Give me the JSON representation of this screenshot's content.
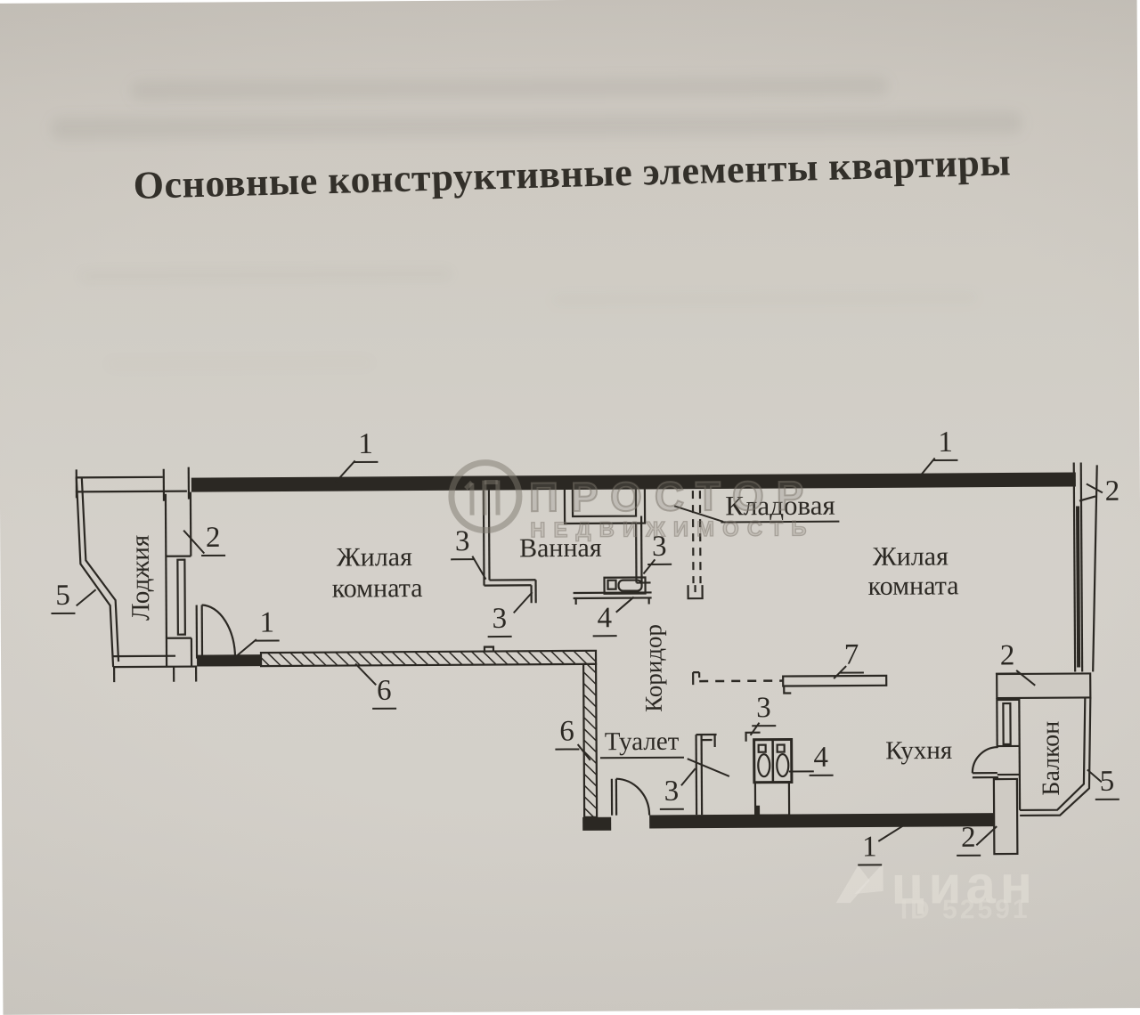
{
  "page": {
    "title": "Основные конструктивные элементы квартиры"
  },
  "rooms": {
    "loggia": "Лоджия",
    "living_left": {
      "line1": "Жилая",
      "line2": "комната"
    },
    "bathroom": "Ванная",
    "storage": "Кладовая",
    "living_right": {
      "line1": "Жилая",
      "line2": "комната"
    },
    "corridor": "Коридор",
    "toilet": "Туалет",
    "kitchen": "Кухня",
    "balcony": "Балкон"
  },
  "callouts": {
    "top_wall_left": "1",
    "top_wall_right": "1",
    "inner_wall_left": "1",
    "bottom_wall": "1",
    "loggia_window": "2",
    "right_window": "2",
    "balcony_top": "2",
    "balcony_bottom": "2",
    "bath_wall_left": "3",
    "bath_wall_bottom": "3",
    "bath_wall_right": "3",
    "toilet_wall": "3",
    "shaft_wall": "3",
    "bath_fixture": "4",
    "shaft_fixture": "4",
    "loggia_outer": "5",
    "balcony_outer": "5",
    "partition_h": "6",
    "partition_v": "6",
    "kitchen_screen": "7"
  },
  "watermarks": {
    "prostor_line1": "ПРОСТОР",
    "prostor_line2": "НЕДВИЖИМОСТЬ",
    "cian_name": "циан",
    "cian_id": "ID 52591"
  },
  "colors": {
    "ink": "#2b2823",
    "paper": "#cfcbc4"
  }
}
